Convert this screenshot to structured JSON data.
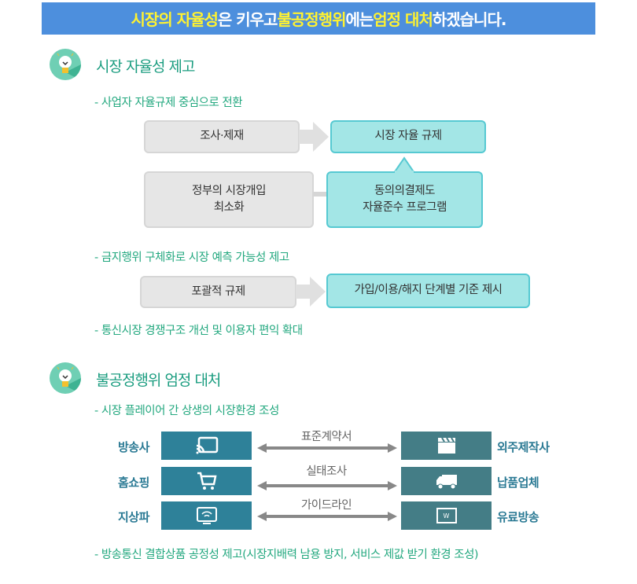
{
  "banner": {
    "p1": "시장의 자율성",
    "p2": "은 키우고 ",
    "p3": "불공정행위",
    "p4": "에는 ",
    "p5": "엄정 대처",
    "p6": "하겠습니다."
  },
  "section1": {
    "title": "시장 자율성 제고",
    "sub1": "- 사업자 자율규제 중심으로 전환",
    "box_a": "조사·제재",
    "box_b": "시장 자율 규제",
    "box_c1": "정부의 시장개입",
    "box_c2": "최소화",
    "box_d1": "동의의결제도",
    "box_d2": "자율준수 프로그램",
    "sub2": "- 금지행위 구체화로 시장 예측 가능성 제고",
    "box_e": "포괄적 규제",
    "box_f": "가입/이용/해지 단계별 기준 제시",
    "sub3": "- 통신시장 경쟁구조 개선 및 이용자 편익 확대"
  },
  "section2": {
    "title": "불공정행위 엄정 대처",
    "sub1": "- 시장 플레이어 간 상생의 시장환경 조성",
    "rows": [
      {
        "left": "방송사",
        "left_icon": "cast-icon",
        "middle": "표준계약서",
        "right": "외주제작사",
        "right_icon": "clapperboard-icon"
      },
      {
        "left": "홈쇼핑",
        "left_icon": "cart-icon",
        "middle": "실태조사",
        "right": "납품업체",
        "right_icon": "truck-icon"
      },
      {
        "left": "지상파",
        "left_icon": "tv-signal-icon",
        "middle": "가이드라인",
        "right": "유료방송",
        "right_icon": "tv-w-icon",
        "right_icon_text": "W"
      }
    ],
    "sub2": "- 방송통신 결합상품 공정성 제고(시장지배력 남용 방지, 서비스 제값 받기 환경 조성)"
  }
}
